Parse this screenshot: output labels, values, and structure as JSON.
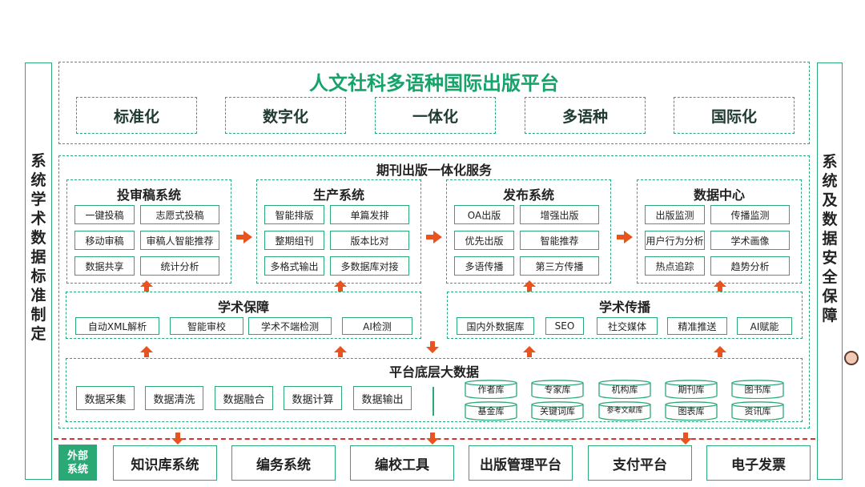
{
  "left_column": "系统学术数据标准制定",
  "right_column": "系统及数据安全保障",
  "platform": {
    "title": "人文社科多语种国际出版平台",
    "features": [
      "标准化",
      "数字化",
      "一体化",
      "多语种",
      "国际化"
    ]
  },
  "service": {
    "title": "期刊出版一体化服务",
    "systems": [
      {
        "title": "投审稿系统",
        "items": [
          "一键投稿",
          "志愿式投稿",
          "移动审稿",
          "审稿人智能推荐",
          "数据共享",
          "统计分析"
        ]
      },
      {
        "title": "生产系统",
        "items": [
          "智能排版",
          "单篇发排",
          "整期组刊",
          "版本比对",
          "多格式输出",
          "多数据库对接"
        ]
      },
      {
        "title": "发布系统",
        "items": [
          "OA出版",
          "增强出版",
          "优先出版",
          "智能推荐",
          "多语传播",
          "第三方传播"
        ]
      },
      {
        "title": "数据中心",
        "items": [
          "出版监测",
          "传播监测",
          "用户行为分析",
          "学术画像",
          "热点追踪",
          "趋势分析"
        ]
      }
    ],
    "guarantee": {
      "title": "学术保障",
      "items": [
        "自动XML解析",
        "智能审校",
        "学术不端检测",
        "AI检测"
      ]
    },
    "dissemination": {
      "title": "学术传播",
      "items": [
        "国内外数据库",
        "SEO",
        "社交媒体",
        "精准推送",
        "AI赋能"
      ]
    },
    "bigdata": {
      "title": "平台底层大数据",
      "steps": [
        "数据采集",
        "数据清洗",
        "数据融合",
        "数据计算",
        "数据输出"
      ],
      "libraries": [
        "作者库",
        "专家库",
        "机构库",
        "期刊库",
        "图书库",
        "基金库",
        "关键词库",
        "参考文献库",
        "图表库",
        "资讯库"
      ]
    }
  },
  "external": {
    "label_line1": "外部",
    "label_line2": "系统",
    "systems": [
      "知识库系统",
      "编务系统",
      "编校工具",
      "出版管理平台",
      "支付平台",
      "电子发票"
    ]
  },
  "colors": {
    "border": "#2aa876",
    "title_green": "#15a36a",
    "arrow": "#e8541f",
    "dashed_red": "#d8312f",
    "ext_label_bg": "#2aa876"
  }
}
